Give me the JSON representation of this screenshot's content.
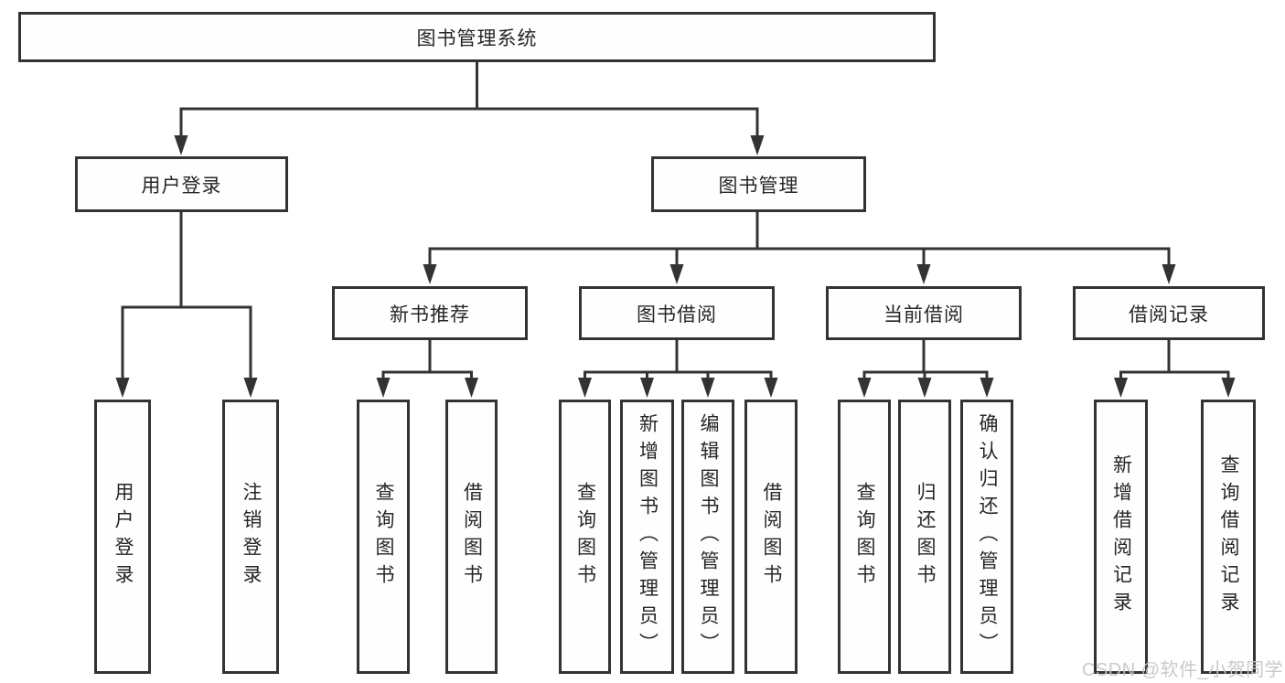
{
  "watermark": "CSDN @软件_小贺同学",
  "colors": {
    "line": "#333333",
    "box_border": "#333333",
    "text": "#262626",
    "watermark": "#c6c6c6",
    "background": "#ffffff"
  },
  "diagram": {
    "root": {
      "label": "图书管理系统"
    },
    "branches": [
      {
        "id": "user-login",
        "label": "用户登录",
        "children": [
          {
            "label": "用户登录"
          },
          {
            "label": "注销登录"
          }
        ]
      },
      {
        "id": "book-management",
        "label": "图书管理",
        "sections": [
          {
            "id": "new-book-recommend",
            "label": "新书推荐",
            "children": [
              {
                "label": "查询图书"
              },
              {
                "label": "借阅图书"
              }
            ]
          },
          {
            "id": "book-borrow",
            "label": "图书借阅",
            "children": [
              {
                "label": "查询图书"
              },
              {
                "label": "新增图书（管理员）"
              },
              {
                "label": "编辑图书（管理员）"
              },
              {
                "label": "借阅图书"
              }
            ]
          },
          {
            "id": "current-borrow",
            "label": "当前借阅",
            "children": [
              {
                "label": "查询图书"
              },
              {
                "label": "归还图书"
              },
              {
                "label": "确认归还（管理员）"
              }
            ]
          },
          {
            "id": "borrow-records",
            "label": "借阅记录",
            "children": [
              {
                "label": "新增借阅记录"
              },
              {
                "label": "查询借阅记录"
              }
            ]
          }
        ]
      }
    ]
  }
}
